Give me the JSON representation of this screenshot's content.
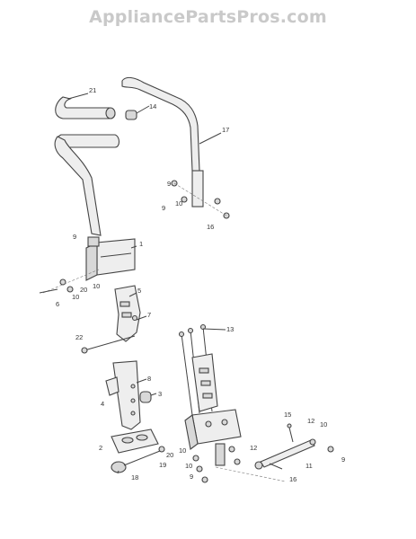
{
  "watermark": "AppliancePartsPros.com",
  "callouts": [
    {
      "id": "c21a",
      "text": "21"
    },
    {
      "id": "c14",
      "text": "14"
    },
    {
      "id": "c17",
      "text": "17"
    },
    {
      "id": "c9a",
      "text": "9"
    },
    {
      "id": "c10a",
      "text": "10"
    },
    {
      "id": "c16a",
      "text": "16"
    },
    {
      "id": "c9b",
      "text": "9"
    },
    {
      "id": "c1",
      "text": "1"
    },
    {
      "id": "c9c",
      "text": "9"
    },
    {
      "id": "c20a",
      "text": "20"
    },
    {
      "id": "c10b",
      "text": "10"
    },
    {
      "id": "c10c",
      "text": "10"
    },
    {
      "id": "c6",
      "text": "6"
    },
    {
      "id": "c5",
      "text": "5"
    },
    {
      "id": "c7",
      "text": "7"
    },
    {
      "id": "c22",
      "text": "22"
    },
    {
      "id": "c13",
      "text": "13"
    },
    {
      "id": "c8",
      "text": "8"
    },
    {
      "id": "c3",
      "text": "3"
    },
    {
      "id": "c4",
      "text": "4"
    },
    {
      "id": "c2",
      "text": "2"
    },
    {
      "id": "c20b",
      "text": "20"
    },
    {
      "id": "c10d",
      "text": "10"
    },
    {
      "id": "c19",
      "text": "19"
    },
    {
      "id": "c18",
      "text": "18"
    },
    {
      "id": "c10e",
      "text": "10"
    },
    {
      "id": "c9d",
      "text": "9"
    },
    {
      "id": "c12a",
      "text": "12"
    },
    {
      "id": "c16b",
      "text": "16"
    },
    {
      "id": "c15",
      "text": "15"
    },
    {
      "id": "c12b",
      "text": "12"
    },
    {
      "id": "c10f",
      "text": "10"
    },
    {
      "id": "c9e",
      "text": "9"
    },
    {
      "id": "c11",
      "text": "11"
    }
  ]
}
